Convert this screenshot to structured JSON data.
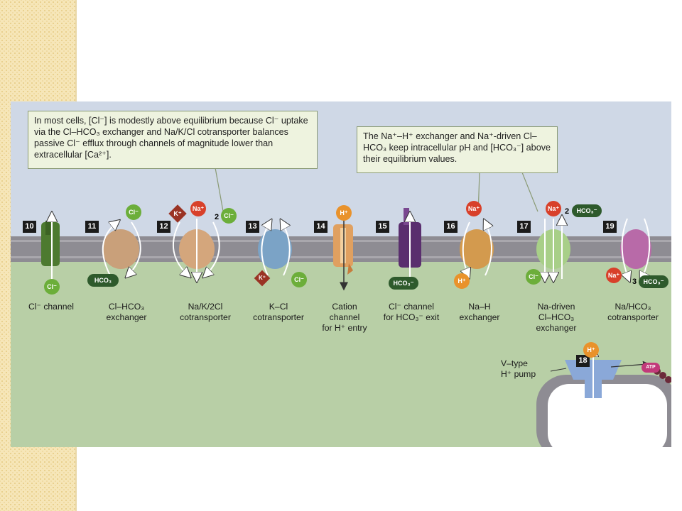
{
  "colors": {
    "page_background": "#ffffff",
    "sidebar_strip": "#f6e6b8",
    "extracellular": "#cfd8e6",
    "membrane": "#8e8c93",
    "cytoplasm": "#b8cfa6",
    "callout_fill": "#eef3df",
    "chloride_ion": "#6cae3a",
    "sodium_ion": "#d8402a",
    "potassium_ion": "#9a3324",
    "proton_ion": "#e9922b",
    "bicarbonate_ion": "#2e5a2c"
  },
  "callouts": {
    "left": "In most cells, [Cl⁻] is modestly above equilibrium because Cl⁻ uptake via the Cl–HCO₃ exchanger and Na/K/Cl cotransporter balances passive Cl⁻ efflux through channels of magnitude lower than extracellular [Ca²⁺].",
    "right": "The Na⁺–H⁺ exchanger and Na⁺-driven Cl–HCO₃ keep intracellular pH and [HCO₃⁻] above their equilibrium values."
  },
  "transporters": [
    {
      "number": "10",
      "label": "Cl⁻ channel",
      "color": "#4d7a30"
    },
    {
      "number": "11",
      "label": "Cl–HCO₃\nexchanger",
      "color": "#c9a07a"
    },
    {
      "number": "12",
      "label": "Na/K/2Cl\ncotransporter",
      "color": "#d4a67c"
    },
    {
      "number": "13",
      "label": "K–Cl\ncotransporter",
      "color": "#7ba3c6"
    },
    {
      "number": "14",
      "label": "Cation\nchannel\nfor H⁺ entry",
      "color": "#e0a060"
    },
    {
      "number": "15",
      "label": "Cl⁻ channel\nfor HCO₃⁻ exit",
      "color": "#5a2e6e"
    },
    {
      "number": "16",
      "label": "Na–H\nexchanger",
      "color": "#d39a4e"
    },
    {
      "number": "17",
      "label": "Na-driven\nCl–HCO₃\nexchanger",
      "color": "#a8cf88"
    },
    {
      "number": "19",
      "label": "Na/HCO₃\ncotransporter",
      "color": "#b86aa8"
    },
    {
      "number": "18",
      "label": "V–type\nH⁺ pump",
      "color": "#8aa8d8"
    }
  ],
  "ions": {
    "cl": "Cl⁻",
    "na": "Na⁺",
    "k": "K⁺",
    "h": "H⁺",
    "hco3": "HCO₃⁻",
    "hco3_plain": "HCO₃",
    "atp": "ATP"
  },
  "stoichiometry": {
    "two_cl": "2",
    "two_hco3": "2",
    "three_hco3": "3"
  }
}
